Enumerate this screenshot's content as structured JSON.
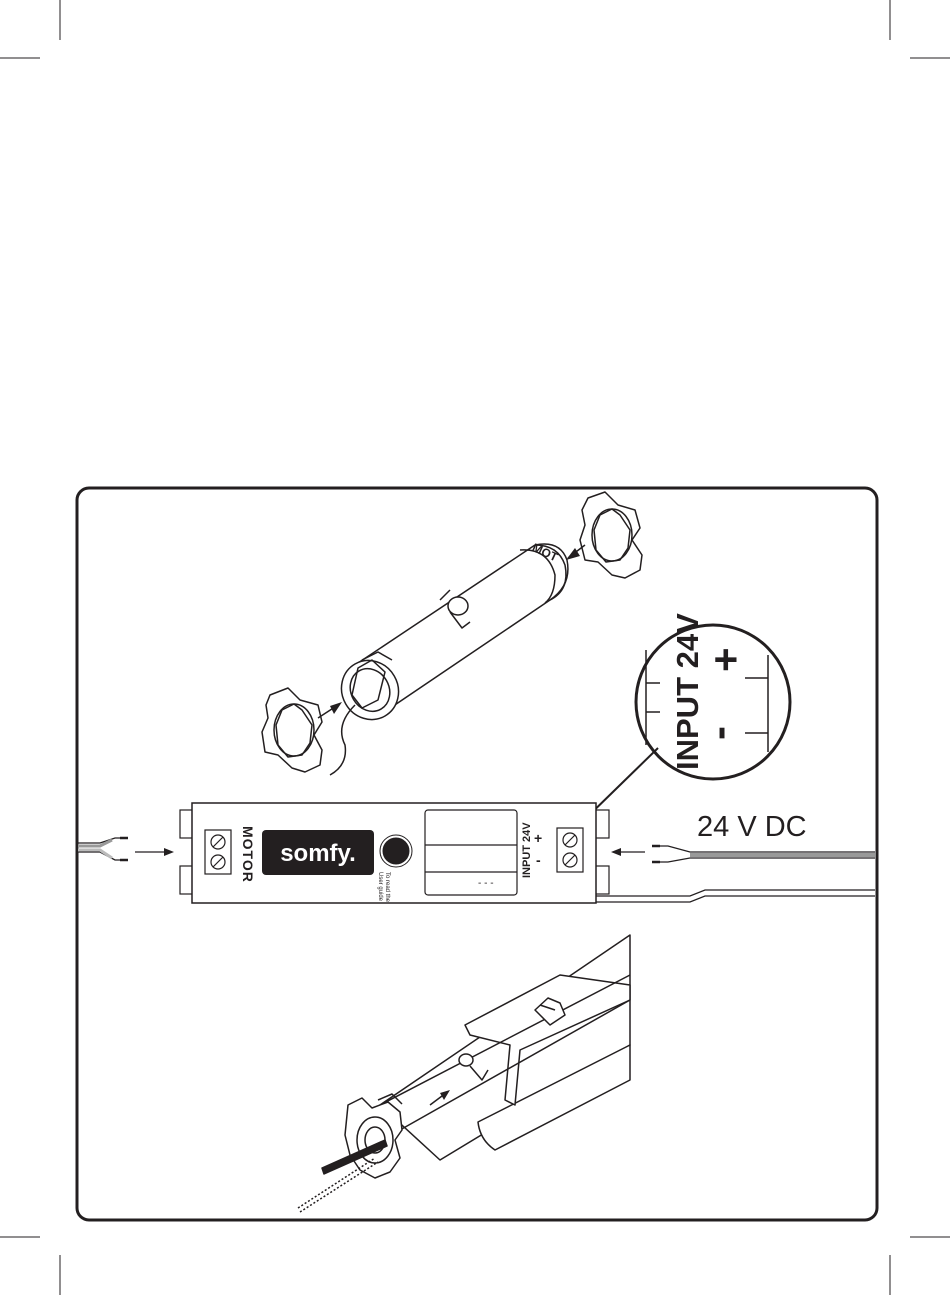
{
  "diagram": {
    "controller": {
      "logo": "somfy.",
      "motor_label": "MOTOR",
      "input_label": "INPUT 24V",
      "plus": "+",
      "minus": "-",
      "note_line1": "To read the",
      "note_line2": "User guide",
      "label_dashes": "- - -"
    },
    "callout": {
      "label": "INPUT 24V",
      "plus": "+",
      "minus": "-"
    },
    "power_label": "24 V DC",
    "motor_body_text": "MOT"
  }
}
